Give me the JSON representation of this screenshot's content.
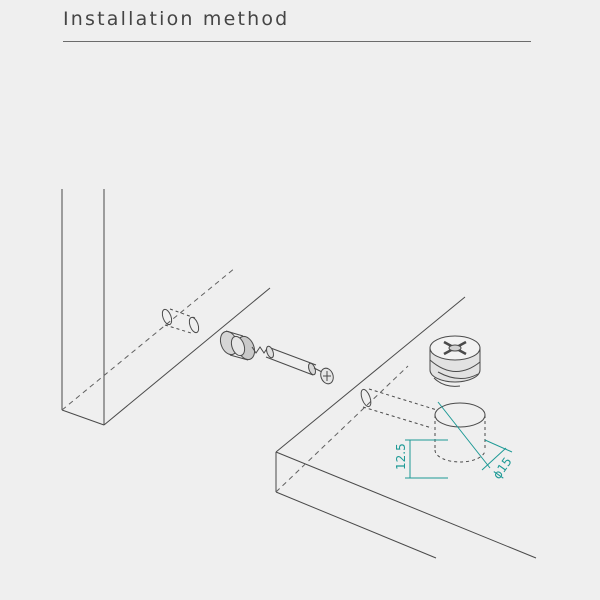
{
  "header": {
    "title": "Installation method"
  },
  "dimensions": {
    "height_label": "12.5",
    "diameter_label": "ϕ15"
  },
  "colors": {
    "line": "#4a4a4a",
    "dashed": "#606060",
    "dimension": "#1e9a96",
    "background": "#efefef"
  }
}
